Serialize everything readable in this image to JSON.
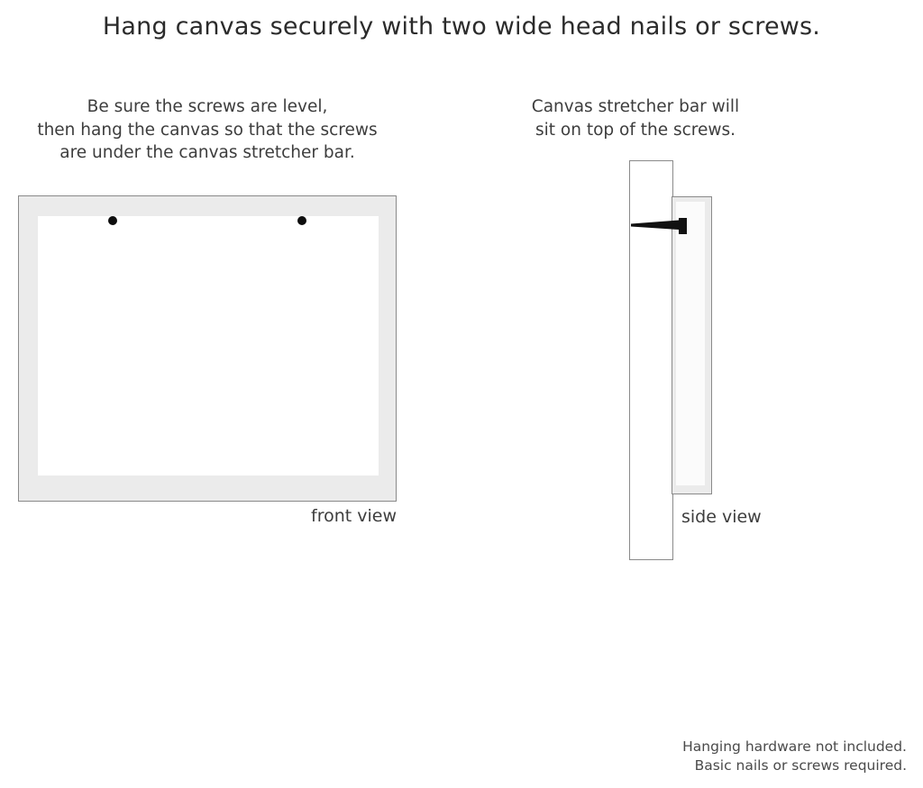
{
  "title": "Hang canvas securely with two wide head nails or screws.",
  "captions": {
    "left": [
      "Be sure the screws are level,",
      "then hang the canvas so that the screws",
      "are under the canvas stretcher bar."
    ],
    "right": [
      "Canvas stretcher bar will",
      "sit on top of the screws."
    ]
  },
  "front_view": {
    "label": "front view",
    "screw_count": 2,
    "frame_color": "#ebebeb",
    "frame_border_color": "#8a8a8a",
    "inner_color": "#ffffff",
    "screw_color": "#0d0d0d"
  },
  "side_view": {
    "label": "side view",
    "wall_color": "#ffffff",
    "wall_border_color": "#8a8a8a",
    "canvas_color": "#ebebeb",
    "canvas_border_color": "#8a8a8a",
    "screw_color": "#111111"
  },
  "disclaimer": [
    "Hanging hardware not included.",
    "Basic nails or screws required."
  ]
}
